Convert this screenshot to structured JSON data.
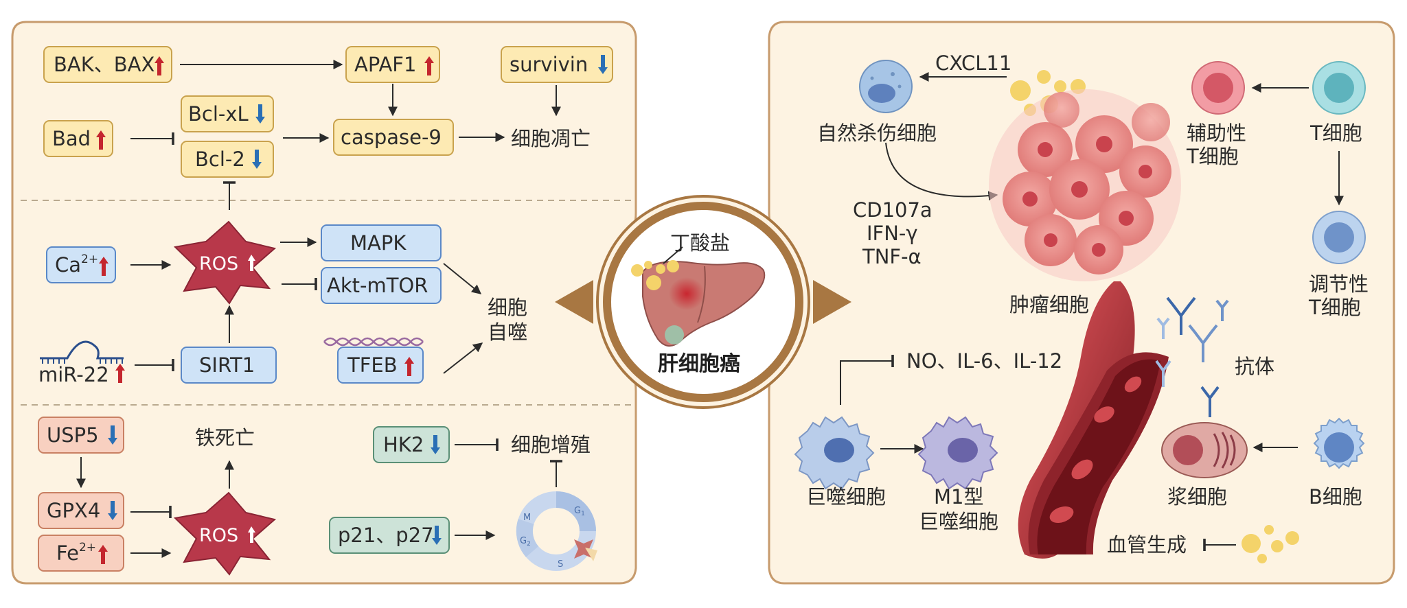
{
  "colors": {
    "panel_fill": "#fdf3e2",
    "panel_stroke": "#c79b6d",
    "hub_ring": "#a87742",
    "up_arrow": "#c4262e",
    "down_arrow": "#2a6fb5",
    "ros_star": "#b8384a"
  },
  "center": {
    "title": "肝细胞癌",
    "compound": "丁酸盐"
  },
  "left": {
    "apoptosis": {
      "bak_bax": "BAK、BAX",
      "apaf1": "APAF1",
      "survivin": "survivin",
      "bad": "Bad",
      "bclxl": "Bcl-xL",
      "bcl2": "Bcl-2",
      "caspase9": "caspase-9",
      "result": "细胞凋亡"
    },
    "autophagy": {
      "ca_main": "Ca",
      "ca_sup": "2+",
      "ros": "ROS",
      "mapk": "MAPK",
      "akt": "Akt-mTOR",
      "result_line1": "细胞",
      "result_line2": "自噬",
      "mir22": "miR-22",
      "sirt1": "SIRT1",
      "tfeb": "TFEB"
    },
    "ferroptosis": {
      "usp5": "USP5",
      "gpx4": "GPX4",
      "fe_main": "Fe",
      "fe_sup": "2+",
      "ros": "ROS",
      "result": "铁死亡"
    },
    "proliferation": {
      "hk2": "HK2",
      "p21p27": "p21、p27",
      "result": "细胞增殖",
      "phase_m": "M",
      "phase_g1": "G",
      "phase_g1_sub": "1",
      "phase_g2": "G",
      "phase_g2_sub": "2",
      "phase_s": "S"
    }
  },
  "right": {
    "cxcl11": "CXCL11",
    "nk_cell": "自然杀伤细胞",
    "cytokines": [
      "CD107a",
      "IFN-γ",
      "TNF-α"
    ],
    "tumor_cells": "肿瘤细胞",
    "helper_t_line1": "辅助性",
    "helper_t_line2": "T细胞",
    "t_cell": "T细胞",
    "reg_t_line1": "调节性",
    "reg_t_line2": "T细胞",
    "no_il": "NO、IL-6、IL-12",
    "antibody": "抗体",
    "macrophage": "巨噬细胞",
    "m1_line1": "M1型",
    "m1_line2": "巨噬细胞",
    "plasma_cell": "浆细胞",
    "b_cell": "B细胞",
    "angiogenesis": "血管生成"
  }
}
